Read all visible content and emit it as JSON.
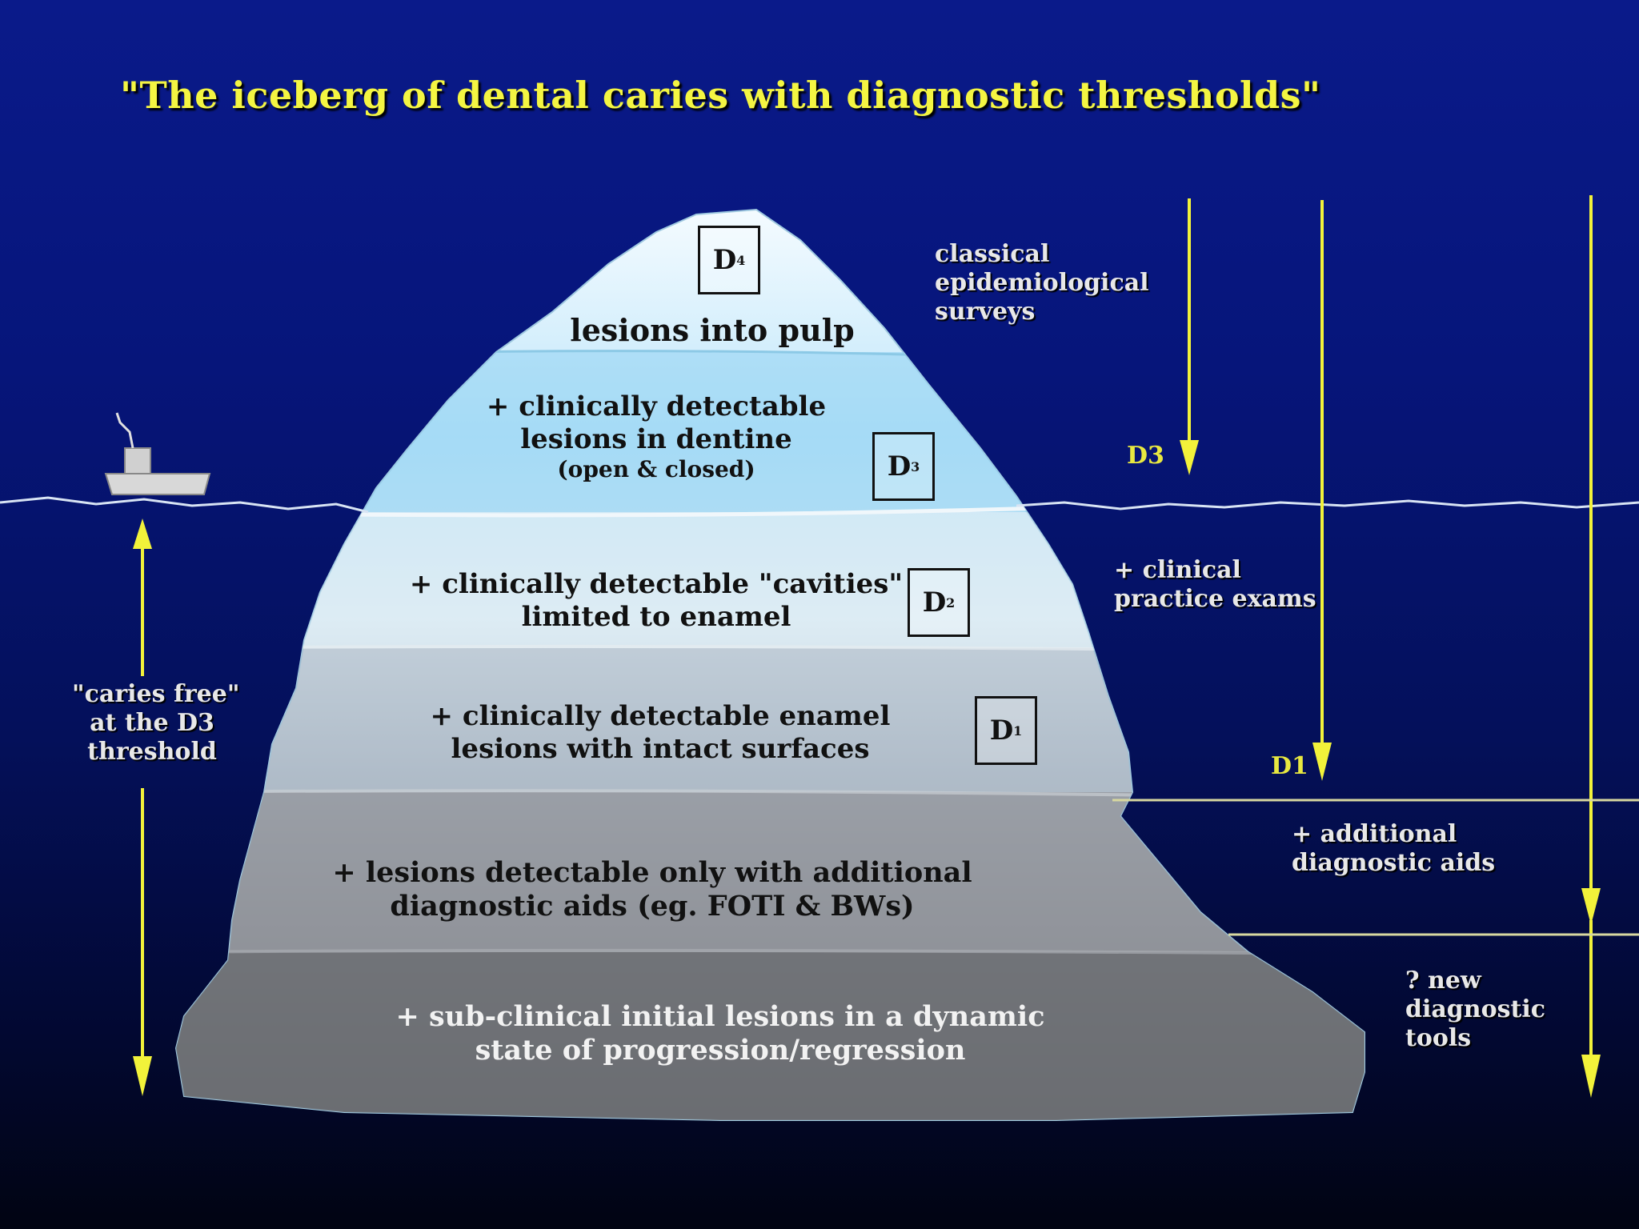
{
  "title": "\"The iceberg of dental caries with diagnostic thresholds\"",
  "layers": [
    {
      "text_lines": [
        "lesions into pulp"
      ],
      "threshold": "D4"
    },
    {
      "text_lines": [
        "+ clinically detectable",
        "lesions in dentine",
        "(open & closed)"
      ],
      "threshold": "D3"
    },
    {
      "text_lines": [
        "+ clinically detectable \"cavities\"",
        "limited to enamel"
      ],
      "threshold": "D2"
    },
    {
      "text_lines": [
        "+ clinically detectable enamel",
        "lesions with intact surfaces"
      ],
      "threshold": "D1"
    },
    {
      "text_lines": [
        "+ lesions detectable only with additional",
        "diagnostic aids (eg. FOTI & BWs)"
      ]
    },
    {
      "text_lines": [
        "+ sub-clinical initial lesions in a dynamic",
        "state of progression/regression"
      ]
    }
  ],
  "left_annotation": [
    "\"caries free\"",
    "at the D3",
    "threshold"
  ],
  "right_annotations": [
    {
      "lines": [
        "classical",
        "epidemiological",
        "surveys"
      ]
    },
    {
      "lines": [
        "+ clinical",
        "practice exams"
      ]
    },
    {
      "lines": [
        "+ additional",
        "diagnostic aids"
      ]
    },
    {
      "lines": [
        "? new",
        "diagnostic",
        "tools"
      ]
    }
  ],
  "arrow_labels": {
    "d3": "D3",
    "d1": "D1"
  },
  "colors": {
    "title": "#f4f542",
    "arrow": "#f2f23a",
    "background": "#06157a"
  }
}
